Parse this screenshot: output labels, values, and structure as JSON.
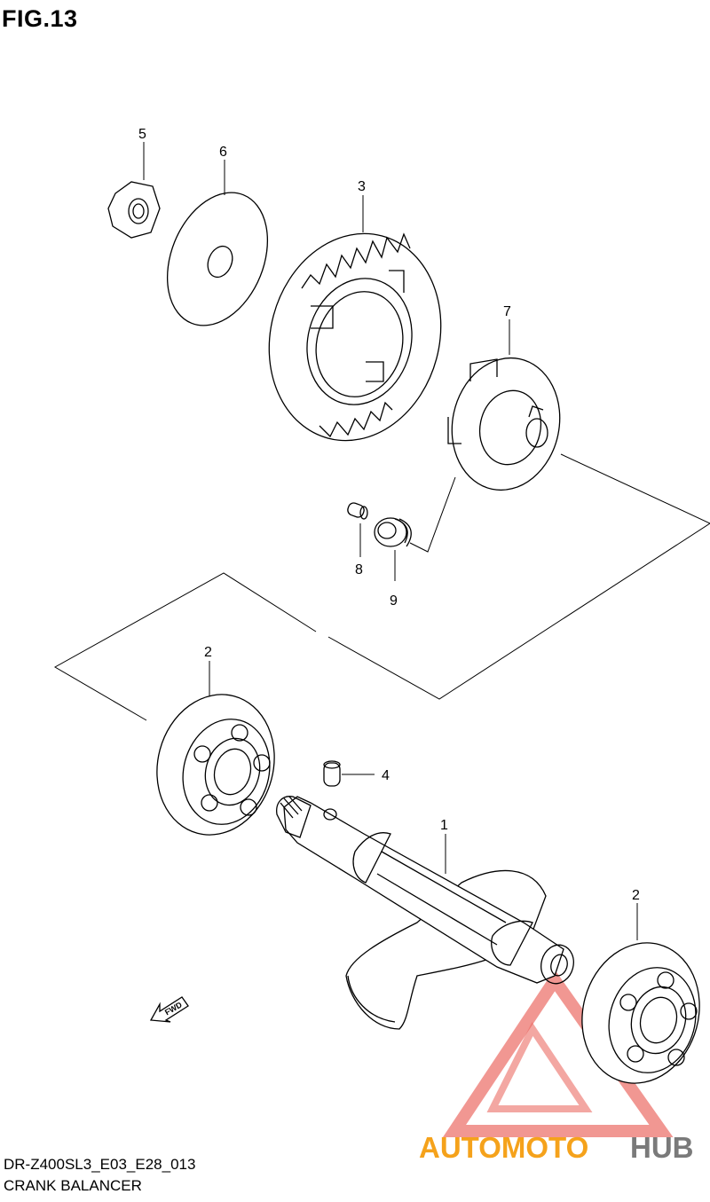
{
  "figure": {
    "title": "FIG.13"
  },
  "footer": {
    "code": "DR-Z400SL3_E03_E28_013",
    "description": "CRANK BALANCER"
  },
  "callouts": {
    "n1": "1",
    "n2a": "2",
    "n2b": "2",
    "n3": "3",
    "n4": "4",
    "n5": "5",
    "n6": "6",
    "n7": "7",
    "n8": "8",
    "n9": "9"
  },
  "direction": {
    "label": "FWD"
  },
  "watermark": {
    "part1": "AUTOMOTO",
    "part2": "HUB",
    "color1": "#f5a21b",
    "color2": "#7a7a7a",
    "logo_color": "#e8514a"
  }
}
